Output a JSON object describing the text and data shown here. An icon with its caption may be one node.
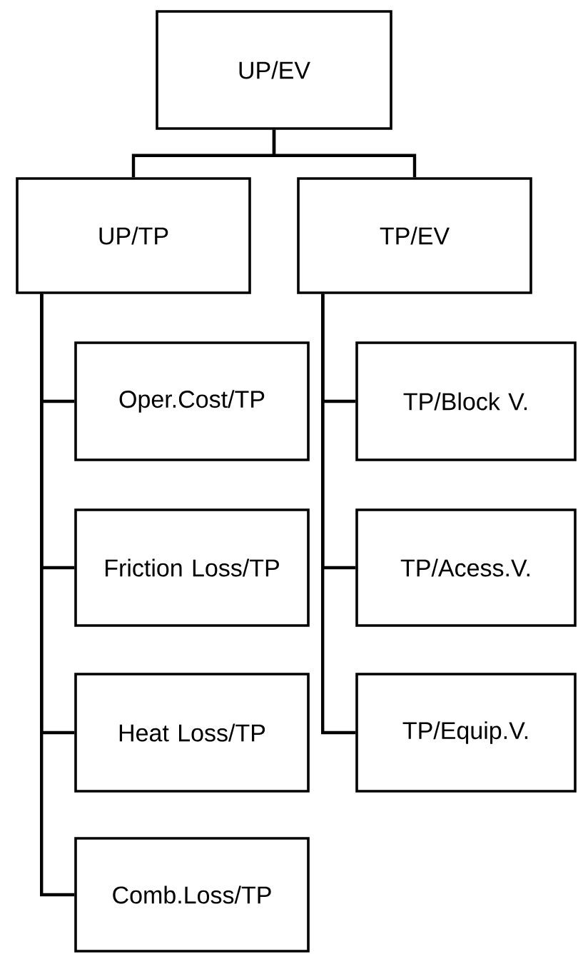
{
  "diagram": {
    "nodes": [
      {
        "text": [
          "UP/EV"
        ]
      },
      {
        "text": [
          "UP/TP"
        ]
      },
      {
        "text": [
          "TP/EV"
        ]
      },
      {
        "text": [
          "Oper.Cost/TP"
        ]
      },
      {
        "text": [
          "Friction Loss/TP"
        ]
      },
      {
        "text": [
          "Heat Loss/TP"
        ]
      },
      {
        "text": [
          "Comb.Loss/TP"
        ]
      },
      {
        "text": [
          "TP/Block V."
        ]
      },
      {
        "text": [
          "TP/Acess.V."
        ]
      },
      {
        "text": [
          "TP/Equip.V."
        ]
      }
    ],
    "edges": [
      {
        "from": 0,
        "to": 1,
        "arrow": "none"
      },
      {
        "from": 0,
        "to": 2,
        "arrow": "none"
      },
      {
        "from": 1,
        "to": 3,
        "arrow": "none"
      },
      {
        "from": 1,
        "to": 4,
        "arrow": "none"
      },
      {
        "from": 1,
        "to": 5,
        "arrow": "none"
      },
      {
        "from": 1,
        "to": 6,
        "arrow": "none"
      },
      {
        "from": 2,
        "to": 7,
        "arrow": "none"
      },
      {
        "from": 2,
        "to": 8,
        "arrow": "none"
      },
      {
        "from": 2,
        "to": 9,
        "arrow": "none"
      }
    ]
  }
}
